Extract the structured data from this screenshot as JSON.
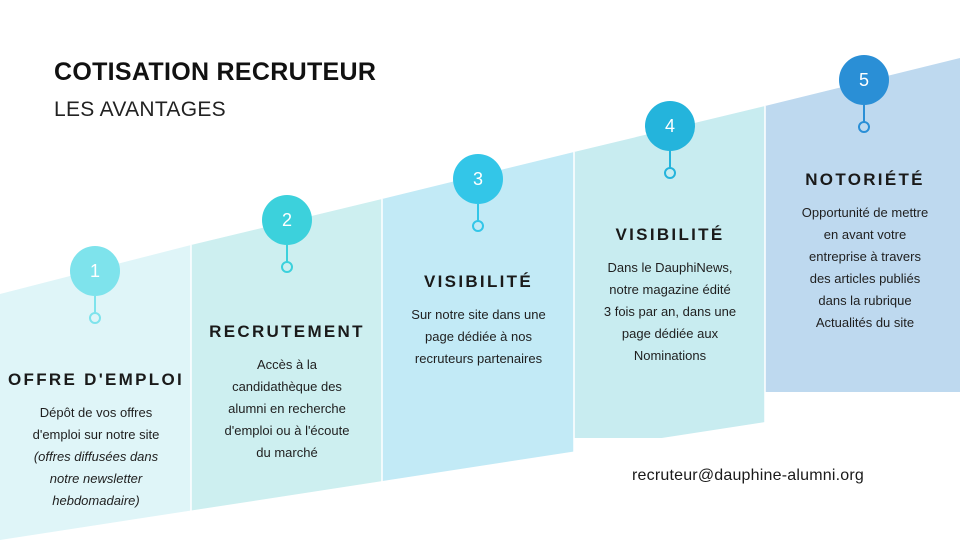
{
  "header": {
    "title": "COTISATION RECRUTEUR",
    "subtitle": "LES AVANTAGES"
  },
  "colors": {
    "col1": "#dff5f8",
    "col2": "#cdeff0",
    "col3": "#c2eaf6",
    "col4": "#c8ecf0",
    "col5": "#bed9ef",
    "marker1": "#7ee3ec",
    "marker2": "#3cd1dc",
    "marker3": "#33c6e8",
    "marker4": "#24b4dc",
    "marker5": "#2a8fd6"
  },
  "steps": [
    {
      "number": "1",
      "title": "OFFRE D'EMPLOI",
      "lines": [
        "Dépôt de vos offres",
        "d'emploi sur notre site"
      ],
      "note_lines": [
        "(offres diffusées dans",
        "notre newsletter",
        "hebdomadaire)"
      ]
    },
    {
      "number": "2",
      "title": "RECRUTEMENT",
      "lines": [
        "Accès à la",
        "candidathèque des",
        "alumni en recherche",
        "d'emploi ou à l'écoute",
        "du marché"
      ]
    },
    {
      "number": "3",
      "title": "VISIBILITÉ",
      "lines": [
        "Sur notre site dans une",
        "page dédiée à nos",
        "recruteurs partenaires"
      ]
    },
    {
      "number": "4",
      "title": "VISIBILITÉ",
      "lines": [
        "Dans le DauphiNews,",
        "notre magazine édité",
        "3 fois par an, dans une",
        "page dédiée aux",
        "Nominations"
      ]
    },
    {
      "number": "5",
      "title": "NOTORIÉTÉ",
      "lines": [
        "Opportunité de mettre",
        "en avant votre",
        "entreprise à travers",
        "des articles publiés",
        "dans la rubrique",
        "Actualités du site"
      ]
    }
  ],
  "footer": {
    "email": "recruteur@dauphine-alumni.org"
  }
}
